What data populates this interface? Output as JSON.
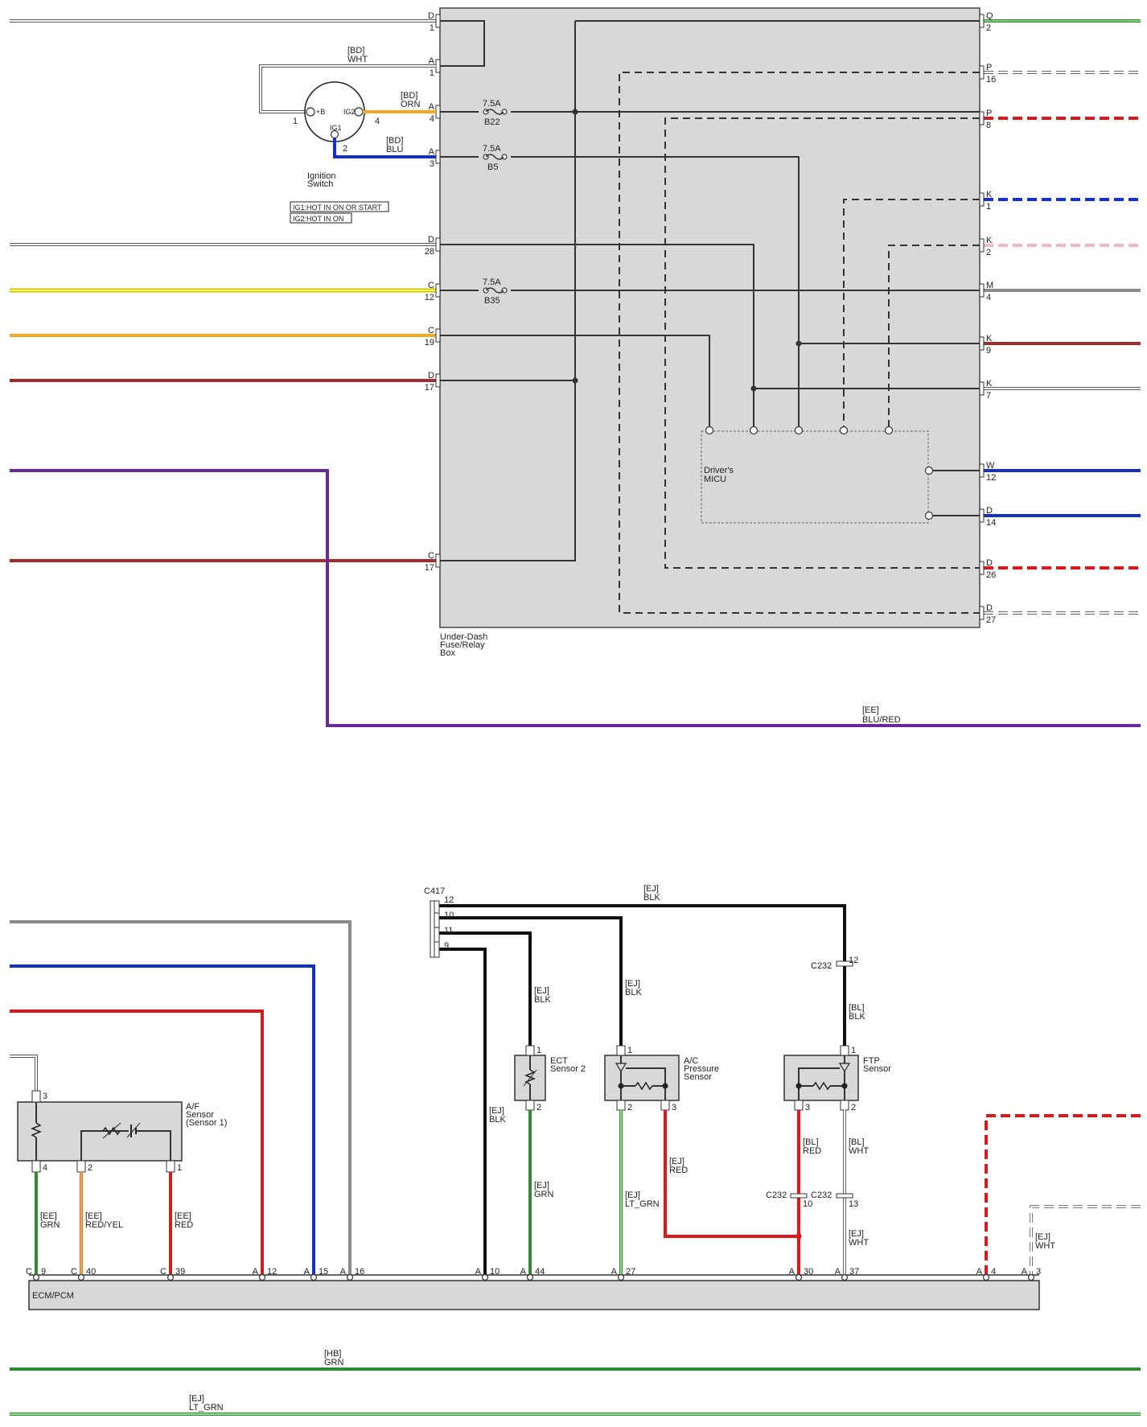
{
  "fuse_box": {
    "label_lines": [
      "Under-Dash",
      "Fuse/Relay",
      "Box"
    ],
    "left_pins": [
      {
        "letter": "D",
        "number": "1"
      },
      {
        "letter": "A",
        "number": "1"
      },
      {
        "letter": "A",
        "number": "4"
      },
      {
        "letter": "A",
        "number": "3"
      },
      {
        "letter": "D",
        "number": "28"
      },
      {
        "letter": "C",
        "number": "12"
      },
      {
        "letter": "C",
        "number": "19"
      },
      {
        "letter": "D",
        "number": "17"
      },
      {
        "letter": "C",
        "number": "17"
      }
    ],
    "right_pins": [
      {
        "letter": "Q",
        "number": "2"
      },
      {
        "letter": "P",
        "number": "16"
      },
      {
        "letter": "P",
        "number": "8"
      },
      {
        "letter": "K",
        "number": "1"
      },
      {
        "letter": "K",
        "number": "2"
      },
      {
        "letter": "M",
        "number": "4"
      },
      {
        "letter": "K",
        "number": "9"
      },
      {
        "letter": "K",
        "number": "7"
      },
      {
        "letter": "W",
        "number": "12"
      },
      {
        "letter": "D",
        "number": "14"
      },
      {
        "letter": "D",
        "number": "26"
      },
      {
        "letter": "D",
        "number": "27"
      }
    ],
    "fuses": [
      {
        "rating": "7.5A",
        "name": "B22"
      },
      {
        "rating": "7.5A",
        "name": "B5"
      },
      {
        "rating": "7.5A",
        "name": "B35"
      }
    ],
    "micu_lines": [
      "Driver's",
      "MICU"
    ]
  },
  "ignition": {
    "label_lines": [
      "Ignition",
      "Switch"
    ],
    "plus_b": "+B",
    "ig2": "IG2",
    "ig1": "IG1",
    "pin1": "1",
    "pin2": "2",
    "pin4": "4",
    "legend": [
      "IG1:HOT IN ON OR START",
      "IG2:HOT IN ON"
    ],
    "wires": [
      {
        "harness": "[BD]",
        "color": "WHT"
      },
      {
        "harness": "[BD]",
        "color": "ORN"
      },
      {
        "harness": "[BD]",
        "color": "BLU"
      }
    ]
  },
  "colors": {
    "green": "#2e8b2e",
    "blue": "#1530c8",
    "red": "#e0161b",
    "maroon": "#a52a2a",
    "orange": "#f5a623",
    "yellow": "#e6e000",
    "purple": "#6a2a9a",
    "gray": "#8a8a8a",
    "pink": "#f4b6c2",
    "black": "#111111",
    "box": "#d8d8d8"
  },
  "lower": {
    "blu_red_wire": {
      "harness": "[EE]",
      "color": "BLU/RED"
    },
    "c417": {
      "name": "C417",
      "pins": [
        "12",
        "10",
        "11",
        "9"
      ]
    },
    "top_blk": {
      "harness": "[EJ]",
      "color": "BLK"
    },
    "ect": {
      "label_lines": [
        "ECT",
        "Sensor 2"
      ],
      "pin_top": "1",
      "pin_bot": "2",
      "wire_top": {
        "harness": "[EJ]",
        "color": "BLK"
      },
      "wire_bot": {
        "harness": "[EJ]",
        "color": "GRN"
      }
    },
    "ac": {
      "label_lines": [
        "A/C",
        "Pressure",
        "Sensor"
      ],
      "pin_top": "1",
      "pin_b1": "2",
      "pin_b2": "3",
      "wire_top": {
        "harness": "[EJ]",
        "color": "BLK"
      },
      "wire_b1": {
        "harness": "[EJ]",
        "color": "LT_GRN"
      },
      "wire_b2": {
        "harness": "[EJ]",
        "color": "RED"
      }
    },
    "ftp": {
      "label_lines": [
        "FTP",
        "Sensor"
      ],
      "pin_top": "1",
      "pin_b1": "3",
      "pin_b2": "2",
      "wire_top": {
        "harness": "[BL]",
        "color": "BLK"
      },
      "wire_b1": {
        "harness": "[BL]",
        "color": "RED"
      },
      "wire_b2": {
        "harness": "[BL]",
        "color": "WHT"
      }
    },
    "c232": {
      "name": "C232",
      "top_pin": "12",
      "pin_a": "10",
      "pin_b": "13"
    },
    "ecm_blk_wire": {
      "harness": "[EJ]",
      "color": "BLK"
    },
    "ftp_red_lower": {
      "harness": "[EJ]",
      "color": "RED"
    },
    "ftp_wht_lower": {
      "harness": "[EJ]",
      "color": "WHT"
    },
    "right_wht": {
      "harness": "[EJ]",
      "color": "WHT"
    },
    "af": {
      "label_lines": [
        "A/F",
        "Sensor",
        "(Sensor 1)"
      ],
      "pin_top": "3",
      "pin_b1": "4",
      "pin_b2": "2",
      "pin_b3": "1",
      "wires": [
        {
          "harness": "[EE]",
          "color": "GRN"
        },
        {
          "harness": "[EE]",
          "color": "RED/YEL"
        },
        {
          "harness": "[EE]",
          "color": "RED"
        }
      ]
    },
    "ecm": {
      "label": "ECM/PCM",
      "pins": [
        {
          "letter": "C",
          "number": "9"
        },
        {
          "letter": "C",
          "number": "40"
        },
        {
          "letter": "C",
          "number": "39"
        },
        {
          "letter": "A",
          "number": "12"
        },
        {
          "letter": "A",
          "number": "15"
        },
        {
          "letter": "A",
          "number": "16"
        },
        {
          "letter": "A",
          "number": "10"
        },
        {
          "letter": "A",
          "number": "44"
        },
        {
          "letter": "A",
          "number": "27"
        },
        {
          "letter": "A",
          "number": "30"
        },
        {
          "letter": "A",
          "number": "37"
        },
        {
          "letter": "A",
          "number": "4"
        },
        {
          "letter": "A",
          "number": "3"
        }
      ]
    },
    "bottom_wires": [
      {
        "harness": "[HB]",
        "color": "GRN"
      },
      {
        "harness": "[EJ]",
        "color": "LT_GRN"
      }
    ]
  }
}
